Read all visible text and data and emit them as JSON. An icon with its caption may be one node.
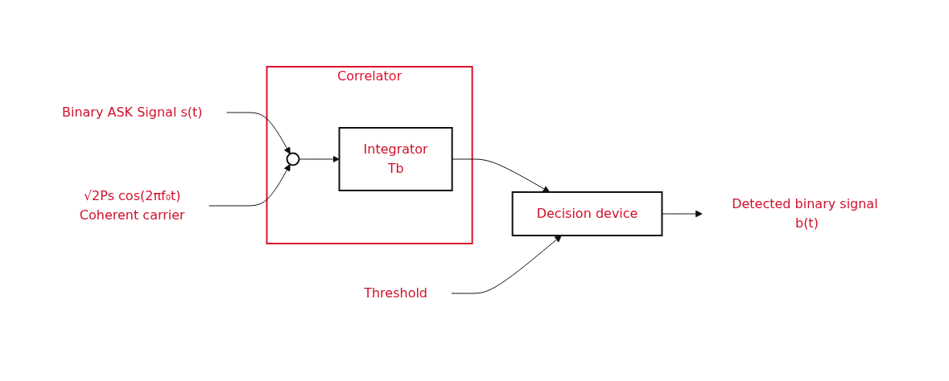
{
  "diagram": {
    "nodes": [
      {
        "text": [
          "Correlator"
        ]
      },
      {
        "text": [
          "Binary ASK Signal s(t)"
        ]
      },
      {
        "text": [],
        "shape": "circle",
        "in": 0
      },
      {
        "text": [
          "Integrator",
          "Tb"
        ],
        "in": 0
      },
      {
        "text": [
          "Decision device"
        ]
      },
      {
        "text": [
          "Detected binary signal b(t)"
        ]
      },
      {
        "text": [
          "√2Ps cos(2πf₀t)",
          "Coherent carrier"
        ]
      },
      {
        "text": [
          "Threshold"
        ]
      }
    ],
    "edges": [
      {
        "from": 1,
        "to": 2,
        "arrow": "to"
      },
      {
        "from": 6,
        "to": 2,
        "arrow": "to"
      },
      {
        "from": 2,
        "to": 3,
        "arrow": "to"
      },
      {
        "from": 3,
        "to": 4,
        "arrow": "to"
      },
      {
        "from": 7,
        "to": 4,
        "arrow": "to"
      },
      {
        "from": 4,
        "to": 5,
        "arrow": "to"
      }
    ]
  }
}
